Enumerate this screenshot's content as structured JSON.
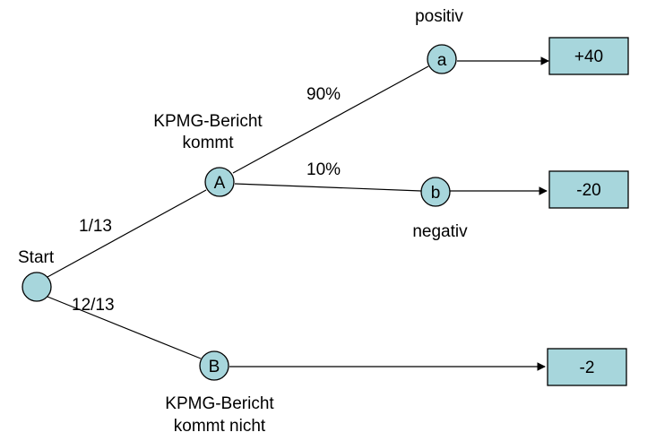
{
  "colors": {
    "node_fill": "#a7d6dc",
    "stroke": "#000000",
    "background": "#ffffff"
  },
  "nodes": {
    "start": {
      "label": "Start"
    },
    "A": {
      "label": "A",
      "caption_line1": "KPMG-Bericht",
      "caption_line2": "kommt"
    },
    "B": {
      "label": "B",
      "caption_line1": "KPMG-Bericht",
      "caption_line2": "kommt nicht"
    },
    "a": {
      "label": "a",
      "caption": "positiv"
    },
    "b": {
      "label": "b",
      "caption": "negativ"
    }
  },
  "edges": {
    "start_A": "1/13",
    "start_B": "12/13",
    "A_a": "90%",
    "A_b": "10%"
  },
  "outcomes": {
    "a": "+40",
    "b": "-20",
    "B": "-2"
  }
}
